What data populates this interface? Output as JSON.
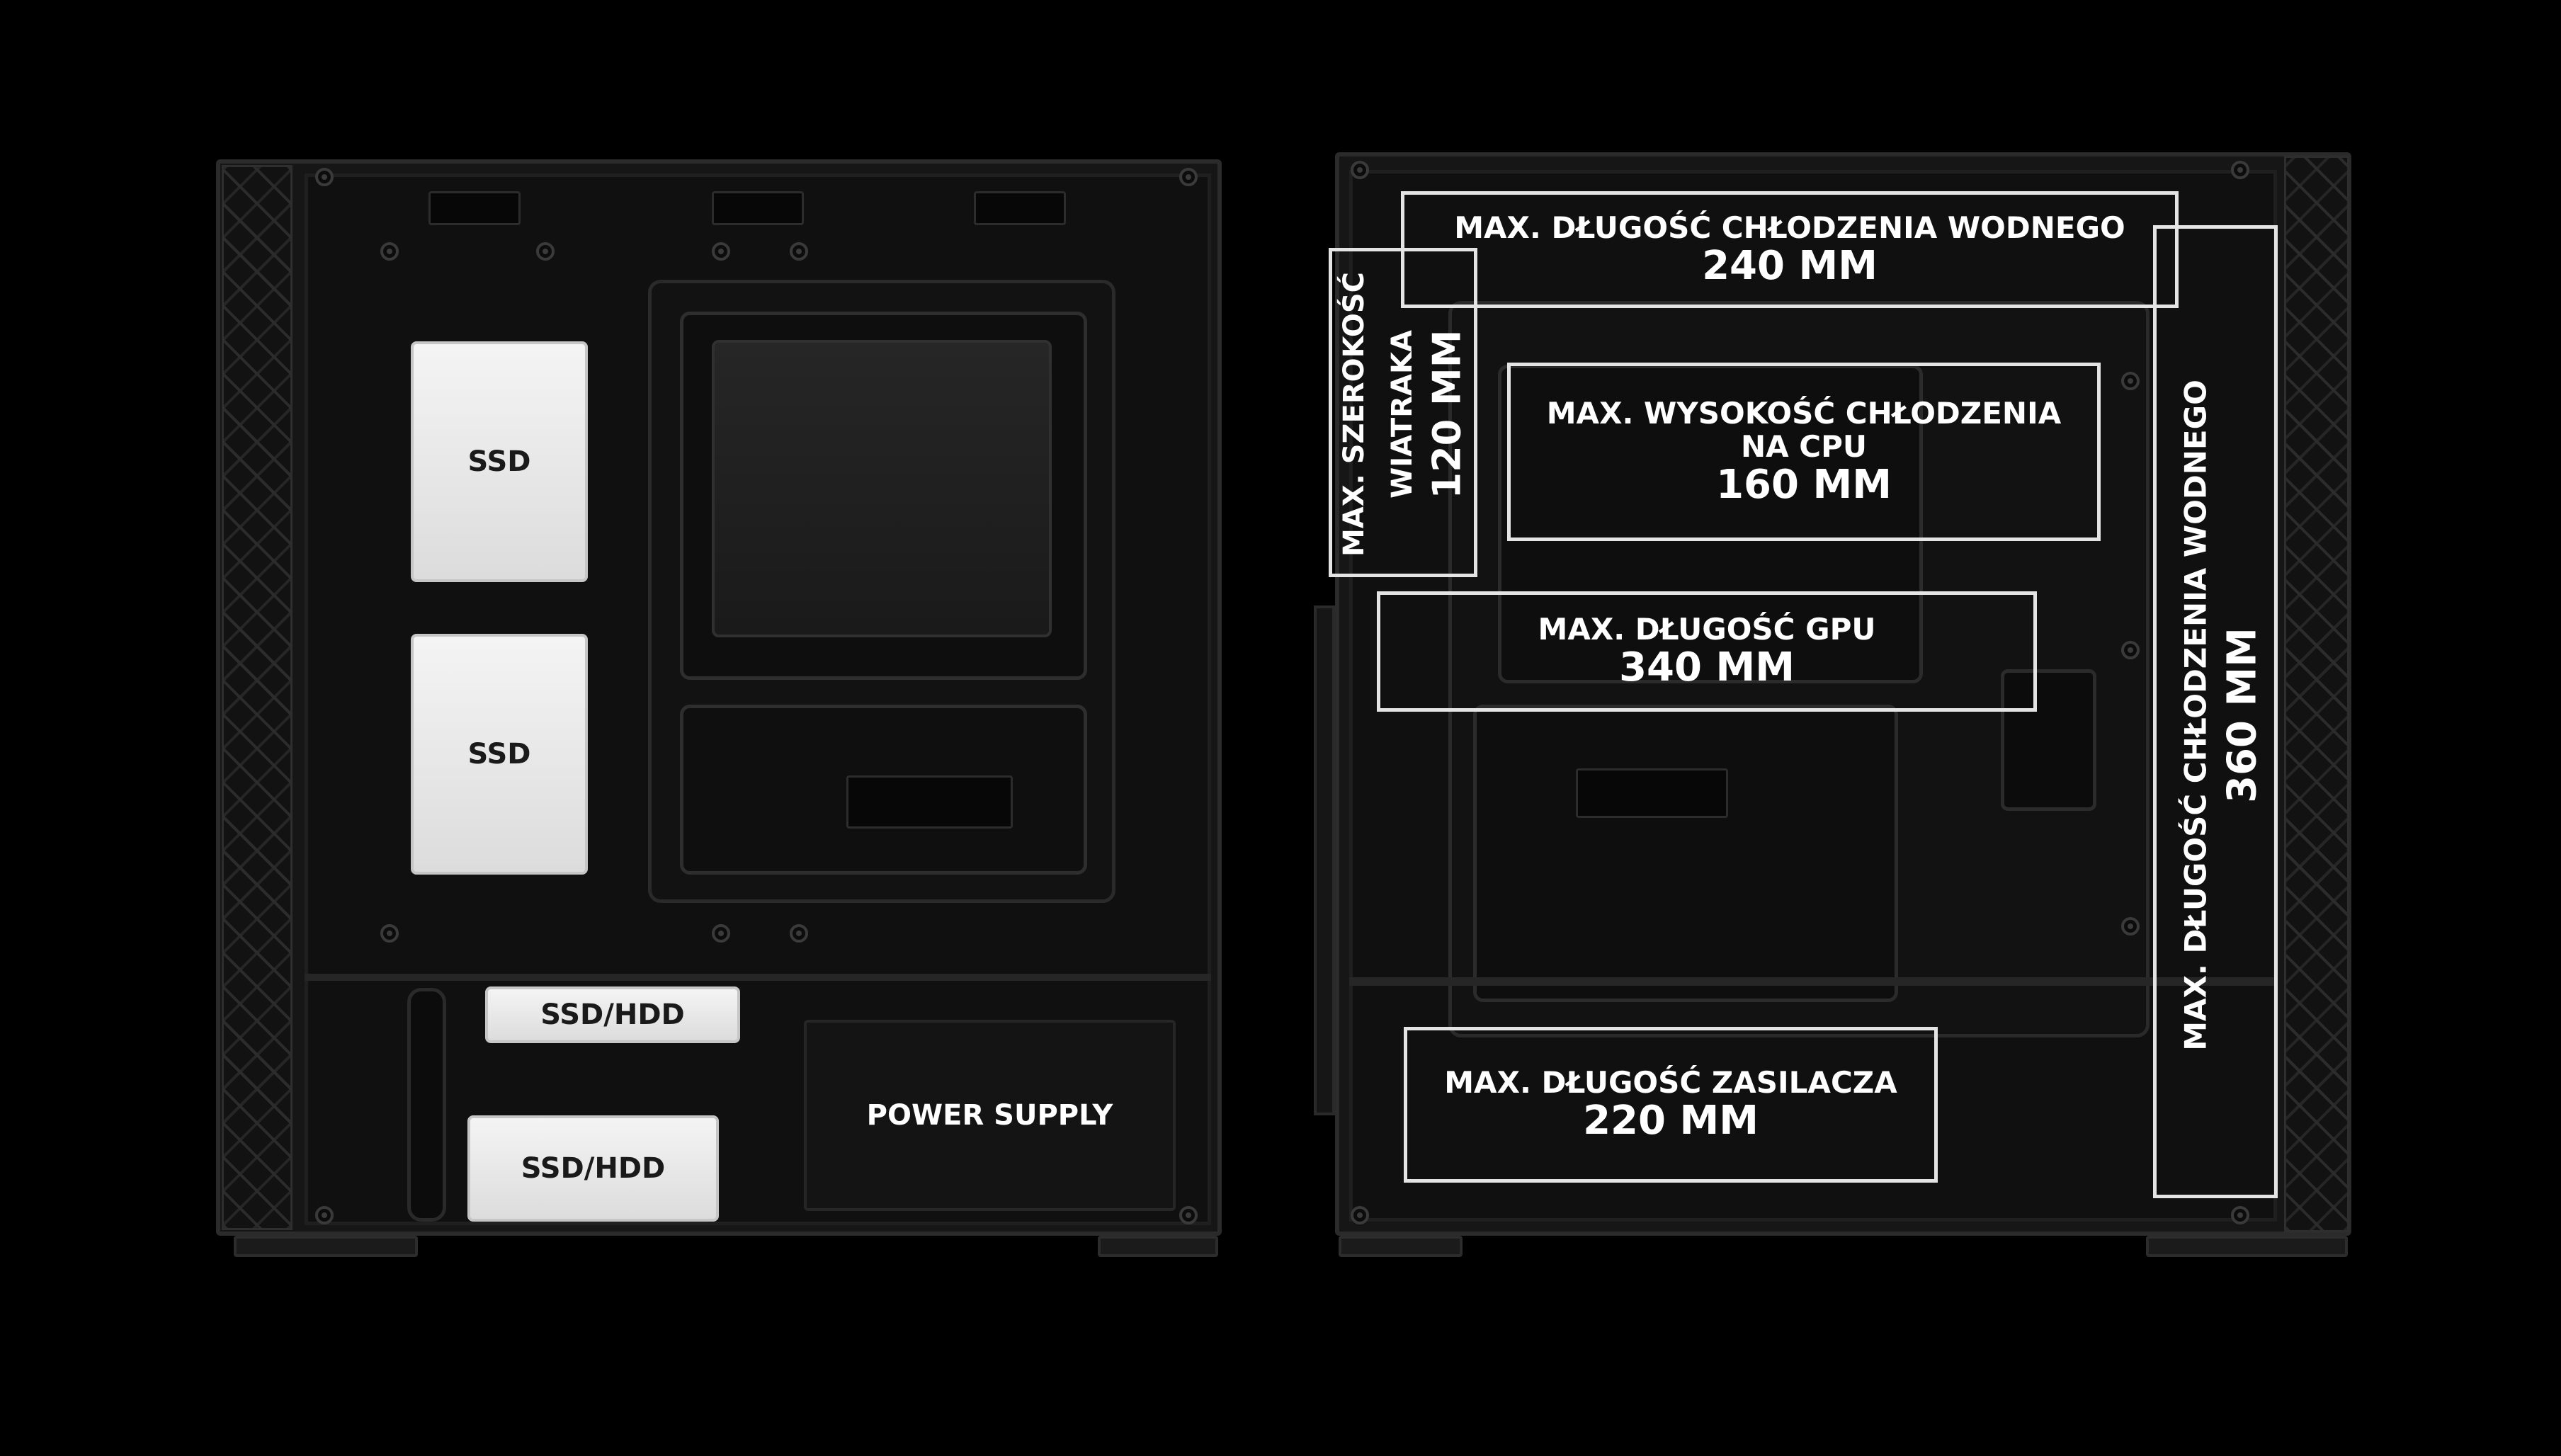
{
  "left_view": {
    "drive_bays": [
      {
        "label": "SSD"
      },
      {
        "label": "SSD"
      },
      {
        "label": "SSD/HDD"
      },
      {
        "label": "SSD/HDD"
      }
    ],
    "power_supply_label": "POWER SUPPLY"
  },
  "right_view": {
    "annotations": {
      "top_radiator": {
        "label": "MAX. DŁUGOŚĆ CHŁODZENIA WODNEGO",
        "value": "240 MM"
      },
      "fan_width": {
        "label_line1": "MAX. SZEROKOŚĆ",
        "label_line2": "WIATRAKA",
        "value": "120 MM"
      },
      "cpu_cooler": {
        "label_line1": "MAX. WYSOKOŚĆ CHŁODZENIA",
        "label_line2": "NA CPU",
        "value": "160 MM"
      },
      "gpu": {
        "label": "MAX. DŁUGOŚĆ GPU",
        "value": "340 MM"
      },
      "psu": {
        "label": "MAX. DŁUGOŚĆ ZASILACZA",
        "value": "220 MM"
      },
      "front_radiator": {
        "label": "MAX. DŁUGOŚĆ CHŁODZENIA WODNEGO",
        "value": "360 MM"
      }
    }
  },
  "colors": {
    "background": "#000000",
    "case_body": "#161616",
    "annotation_stroke": "#e4e4e4",
    "drive_fill": "#eeeeee"
  }
}
